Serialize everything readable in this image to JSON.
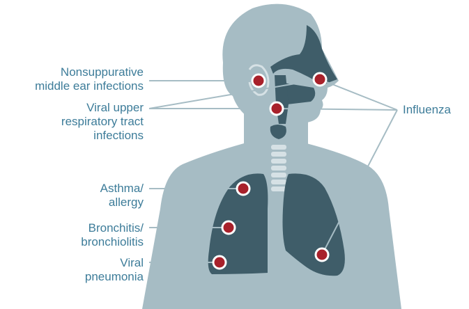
{
  "colors": {
    "body": "#a6bcc4",
    "organs": "#3f5d69",
    "organs_light": "#d6e1e5",
    "marker": "#a8212b",
    "marker_ring": "#ffffff",
    "leader_line": "#a6bcc4",
    "label_text": "#3d7c99"
  },
  "labels": {
    "middle_ear": [
      "Nonsuppurative",
      "middle ear infections"
    ],
    "upper_resp": [
      "Viral upper",
      "respiratory tract",
      "infections"
    ],
    "asthma": [
      "Asthma/",
      "allergy"
    ],
    "bronchitis": [
      "Bronchitis/",
      "bronchiolitis"
    ],
    "pneumonia": [
      "Viral",
      "pneumonia"
    ],
    "influenza": [
      "Influenza"
    ]
  }
}
